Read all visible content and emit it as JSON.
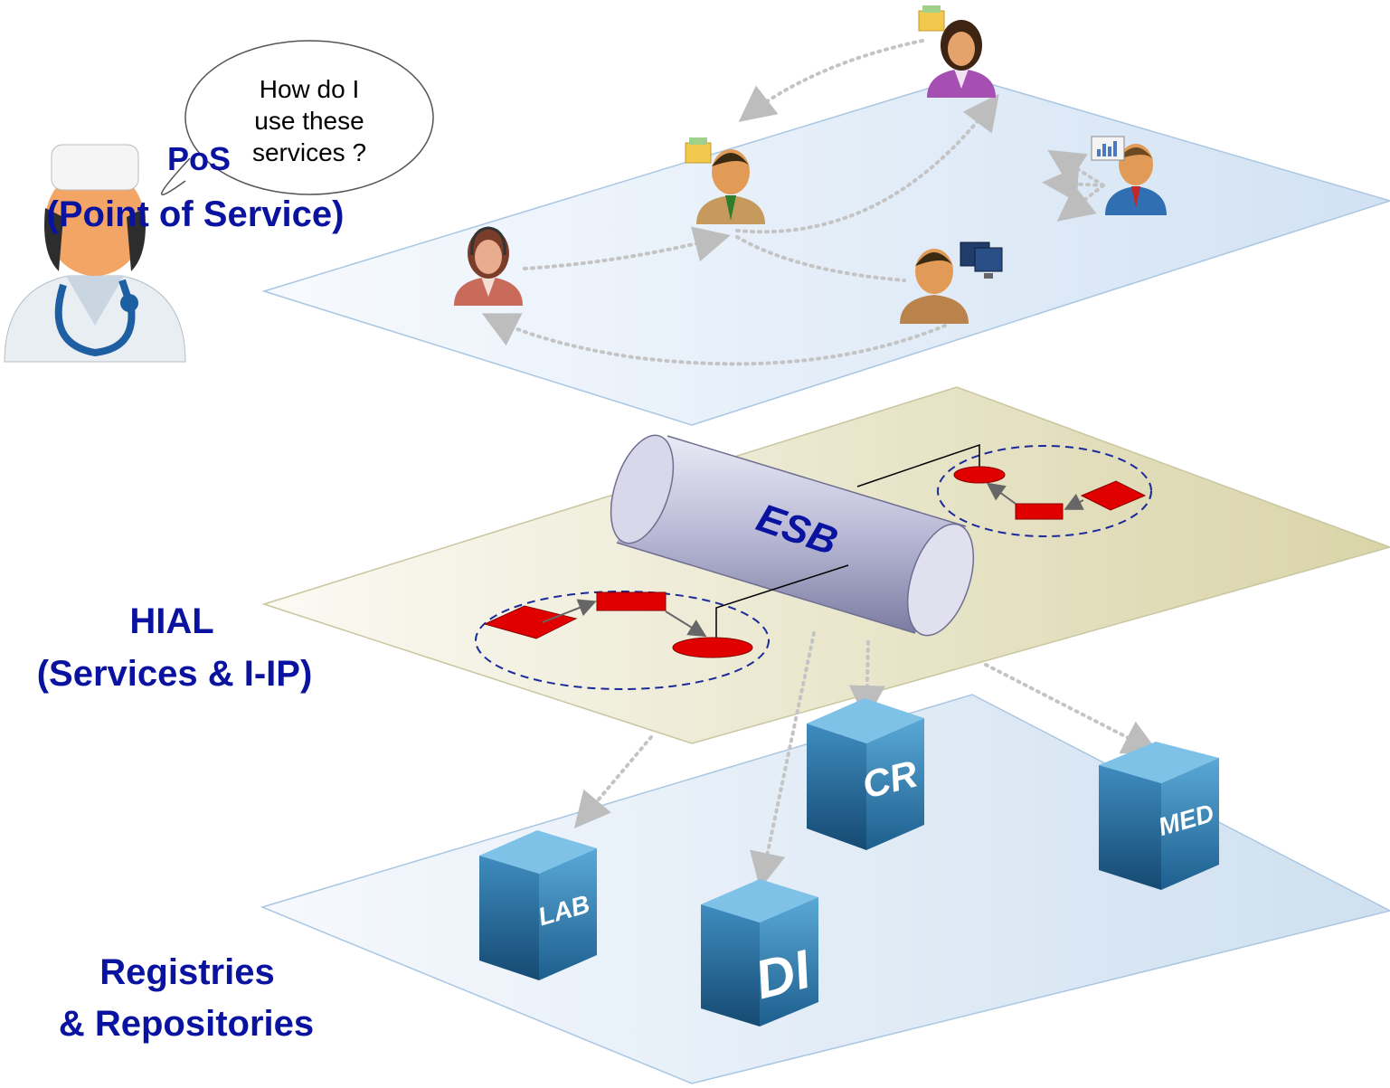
{
  "layers": {
    "pos": {
      "line1": "PoS",
      "line2": "(Point of Service)"
    },
    "hial": {
      "line1": "HIAL",
      "line2": "(Services & I-IP)"
    },
    "registries": {
      "line1": "Registries",
      "line2": "& Repositories"
    }
  },
  "speech_bubble": {
    "line1": "How do I",
    "line2": "use these",
    "line3": "services ?"
  },
  "bus": {
    "label": "ESB"
  },
  "repositories": [
    {
      "id": "cr",
      "label": "CR"
    },
    {
      "id": "med",
      "label": "MED"
    },
    {
      "id": "lab",
      "label": "LAB"
    },
    {
      "id": "di",
      "label": "DI"
    }
  ],
  "colors": {
    "label_blue": "#0a13a0",
    "pos_plane": "#dde9f5",
    "hial_plane": "#e6e3c6",
    "registry_plane": "#dbe8f4",
    "process_red": "#e00000",
    "cube_blue": "#2f78a6"
  },
  "icons": [
    "doctor-icon",
    "person-icon",
    "computer-icon",
    "folder-icon",
    "chart-icon"
  ]
}
